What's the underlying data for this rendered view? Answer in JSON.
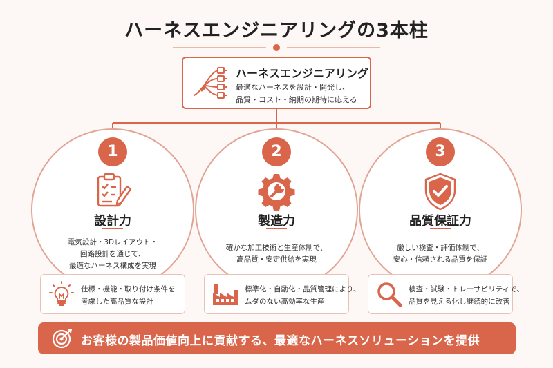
{
  "title": "ハーネスエンジニアリングの3本柱",
  "top": {
    "heading": "ハーネスエンジニアリング",
    "line1": "最適なハーネスを設計・開発し、",
    "line2": "品質・コスト・納期の期待に応える"
  },
  "pillars": [
    {
      "number": "1",
      "title": "設計力",
      "desc": [
        "電気設計・3Dレイアウト・",
        "回路設計を通じて、",
        "最適なハーネス構成を実現"
      ],
      "card": [
        "仕様・機能・取り付け条件を",
        "考慮した高品質な設計"
      ]
    },
    {
      "number": "2",
      "title": "製造力",
      "desc": [
        "確かな加工技術と生産体制で、",
        "高品質・安定供給を実現"
      ],
      "card": [
        "標準化・自動化・品質管理により、",
        "ムダのない高効率な生産"
      ]
    },
    {
      "number": "3",
      "title": "品質保証力",
      "desc": [
        "厳しい検査・評価体制で、",
        "安心・信頼される品質を保証"
      ],
      "card": [
        "検査・試験・トレーサビリティで、",
        "品質を見える化し継続的に改善"
      ]
    }
  ],
  "banner": "お客様の製品価値向上に貢献する、最適なハーネスソリューションを提供",
  "colors": {
    "accent": "#d9654a",
    "soft": "#e2a494",
    "background": "#fdf8f6"
  },
  "icons": [
    "harness-icon",
    "clipboard-pen-icon",
    "gear-wrench-icon",
    "shield-check-icon",
    "lightbulb-icon",
    "factory-icon",
    "magnifier-icon",
    "target-icon"
  ]
}
